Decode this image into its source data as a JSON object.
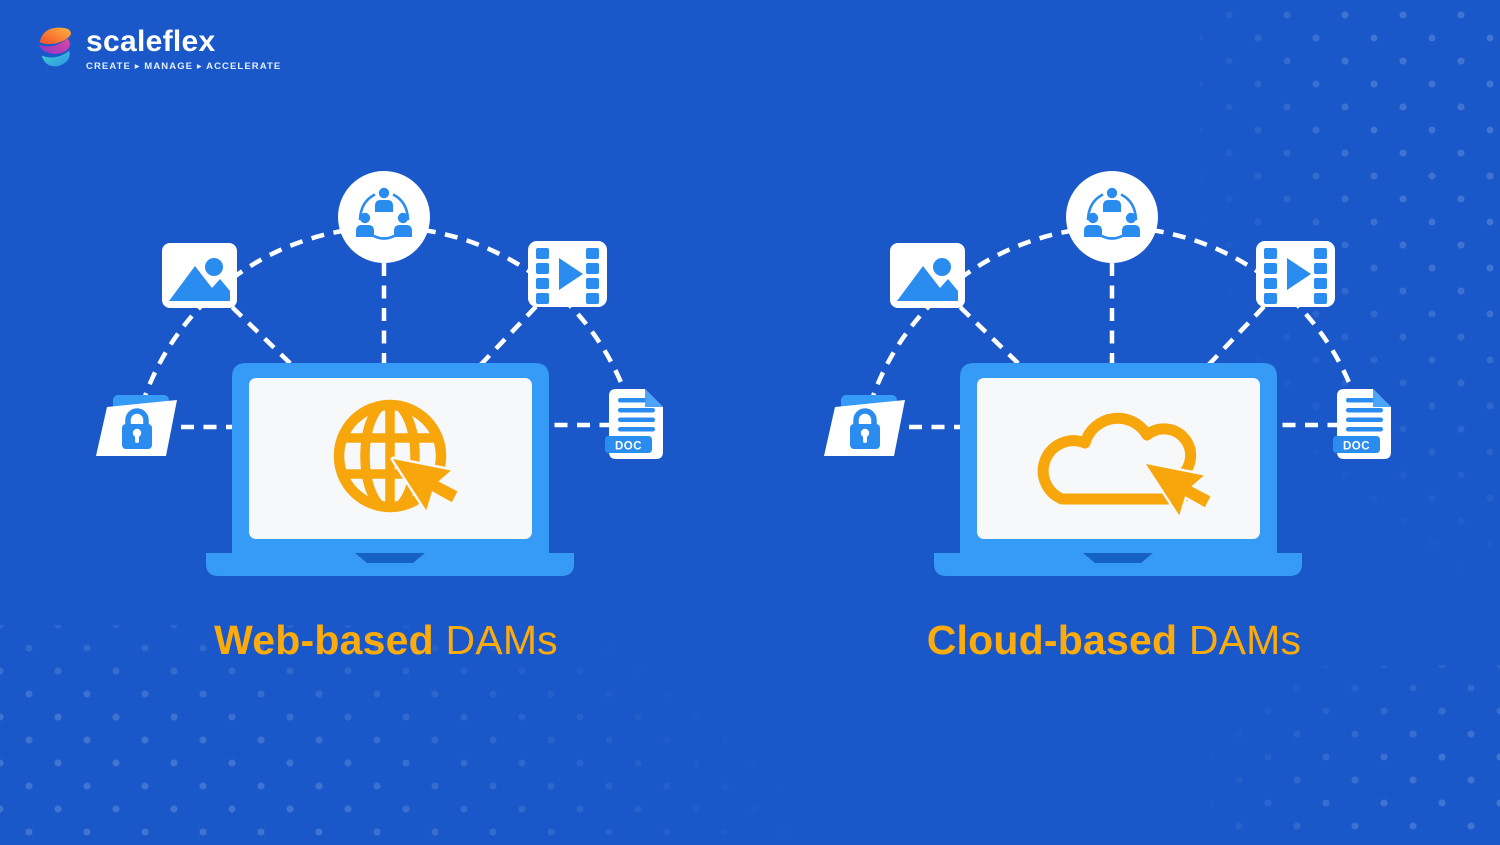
{
  "brand": {
    "name": "scaleflex",
    "tagline": "CREATE ▸ MANAGE ▸ ACCELERATE"
  },
  "diagrams": [
    {
      "id": "web-based",
      "title_bold": "Web-based",
      "title_rest": " DAMs",
      "center_icon": "globe-with-cursor-icon",
      "doc_badge": "DOC",
      "connected_assets": [
        "team-icon",
        "image-icon",
        "video-icon",
        "secure-folder-icon",
        "document-icon"
      ]
    },
    {
      "id": "cloud-based",
      "title_bold": "Cloud-based",
      "title_rest": " DAMs",
      "center_icon": "cloud-with-cursor-icon",
      "doc_badge": "DOC",
      "connected_assets": [
        "team-icon",
        "image-icon",
        "video-icon",
        "secure-folder-icon",
        "document-icon"
      ]
    }
  ],
  "colors": {
    "background": "#1A58C9",
    "dot": "rgba(255,255,255,0.17)",
    "laptop_light_blue": "#369BF6",
    "icon_blue": "#2B8CEF",
    "screen_white": "#F7F8FA",
    "connector_white": "#FFFFFF",
    "accent_orange": "#F7A70B",
    "title_orange": "#FCAB0D"
  }
}
